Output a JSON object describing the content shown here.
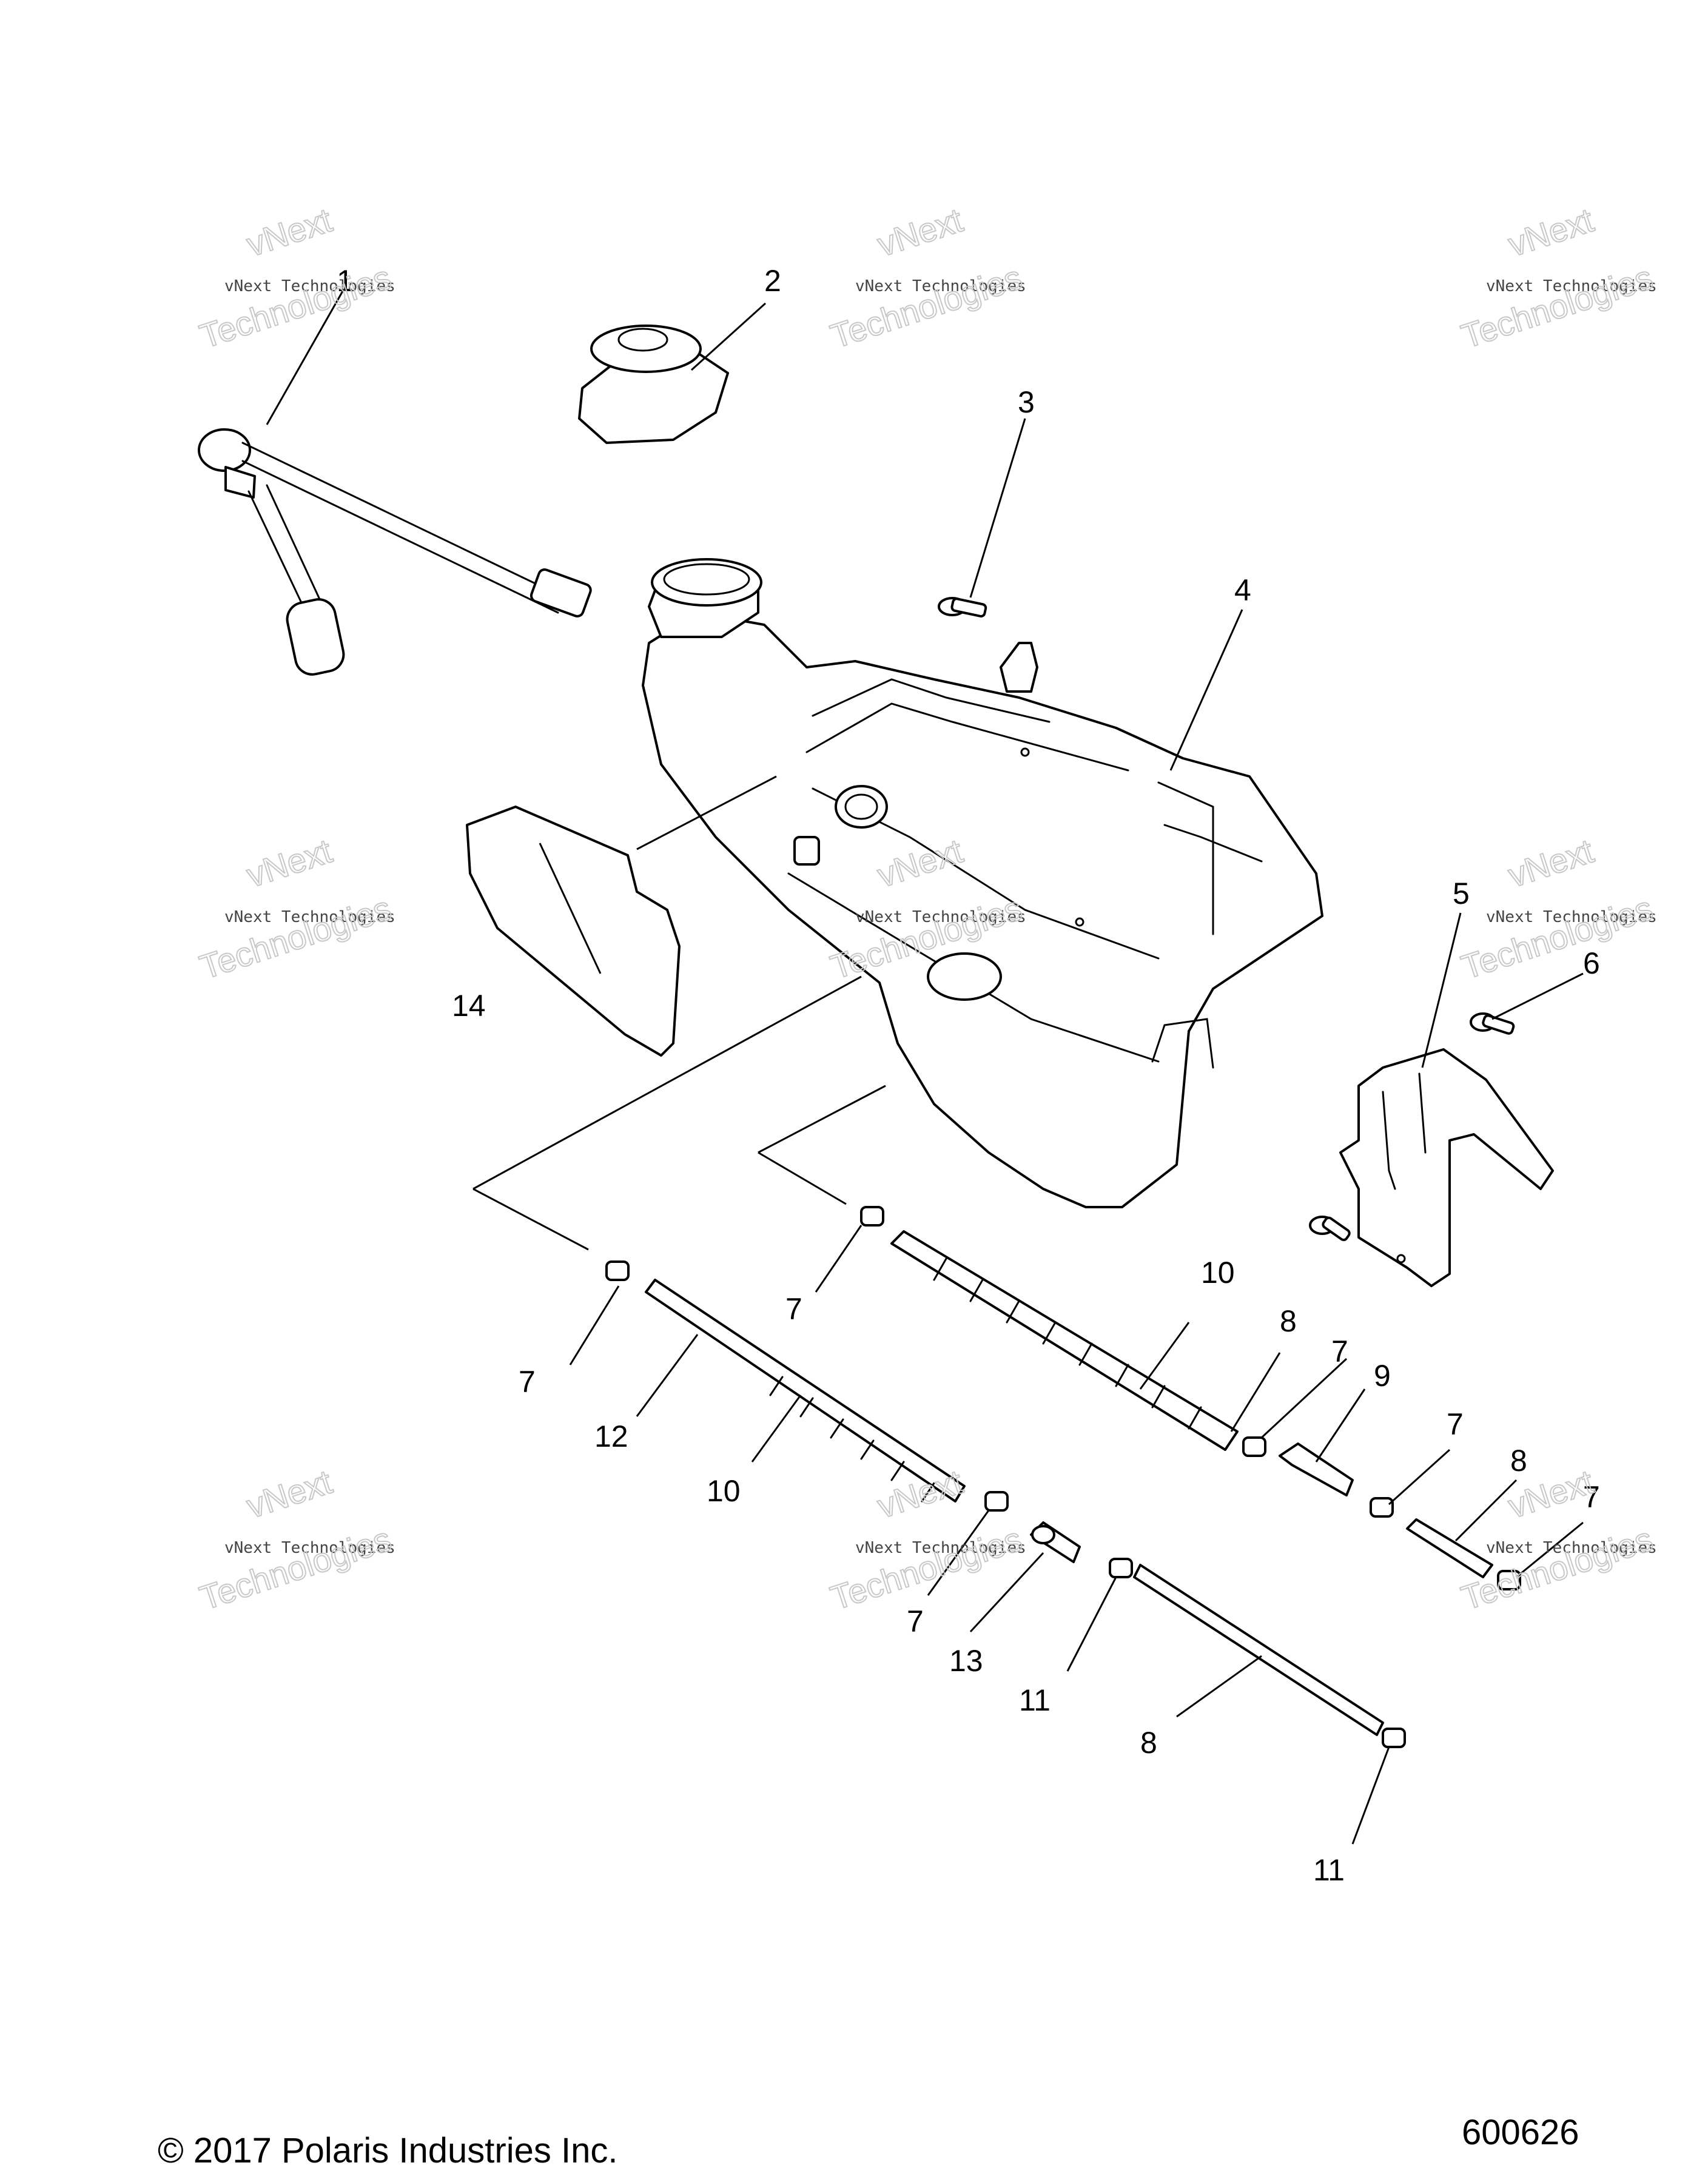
{
  "callouts": {
    "c1": "1",
    "c2": "2",
    "c3": "3",
    "c4": "4",
    "c5": "5",
    "c6": "6",
    "c7": "7",
    "c8": "8",
    "c9": "9",
    "c10": "10",
    "c11": "11",
    "c12": "12",
    "c13": "13",
    "c14": "14"
  },
  "watermark": {
    "line1": "vNext Technologies",
    "line2": "vNext",
    "line3": "Technologies"
  },
  "footer": {
    "copyright": "© 2017 Polaris Industries Inc.",
    "figure_number": "600626"
  }
}
